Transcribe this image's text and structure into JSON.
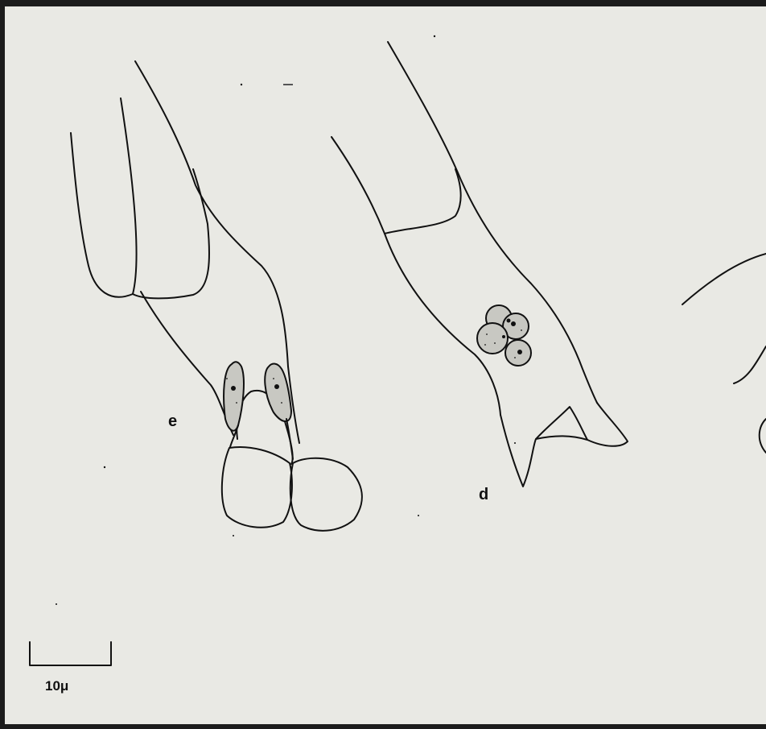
{
  "figure": {
    "panel_labels": {
      "e": "e",
      "d": "d"
    },
    "scale_bar_label": "10μ"
  },
  "colors": {
    "paper": "#e9e9e4",
    "ink": "#111111",
    "frame": "#1c1c1c",
    "cell_fill": "#c8c8c2"
  }
}
